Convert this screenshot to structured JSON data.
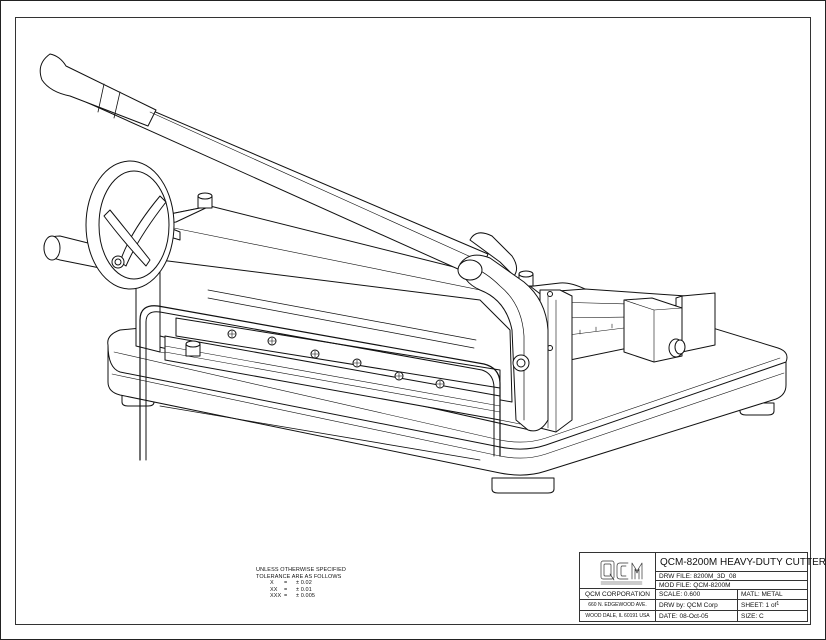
{
  "tolerance_note": {
    "line1": "UNLESS OTHERWISE SPECIFIED",
    "line2": "TOLERANCE ARE AS FOLLOWS",
    "rows": [
      {
        "key": "X",
        "eq": "=",
        "value": "± 0.02"
      },
      {
        "key": "XX",
        "eq": "=",
        "value": "± 0.01"
      },
      {
        "key": "XXX",
        "eq": "=",
        "value": "± 0.005"
      }
    ]
  },
  "title_block": {
    "title": "QCM-8200M HEAVY-DUTY CUTTER",
    "drw_file": "DRW FILE: 8200M_3D_08",
    "mod_file": "MOD FILE: QCM-8200M",
    "company": "QCM CORPORATION",
    "address1": "660 N. EDGEWOOD AVE.",
    "address2": "WOOD DALE, IL 60191 USA",
    "scale": "SCALE: 0.600",
    "material": "MATL: METAL",
    "drawn_by": "DRW by: QCM Corp",
    "sheet_prefix": "SHEET: 1 of ",
    "sheet_total": "1",
    "date": "DATE: 08-Oct-05",
    "size": "SIZE: C"
  }
}
